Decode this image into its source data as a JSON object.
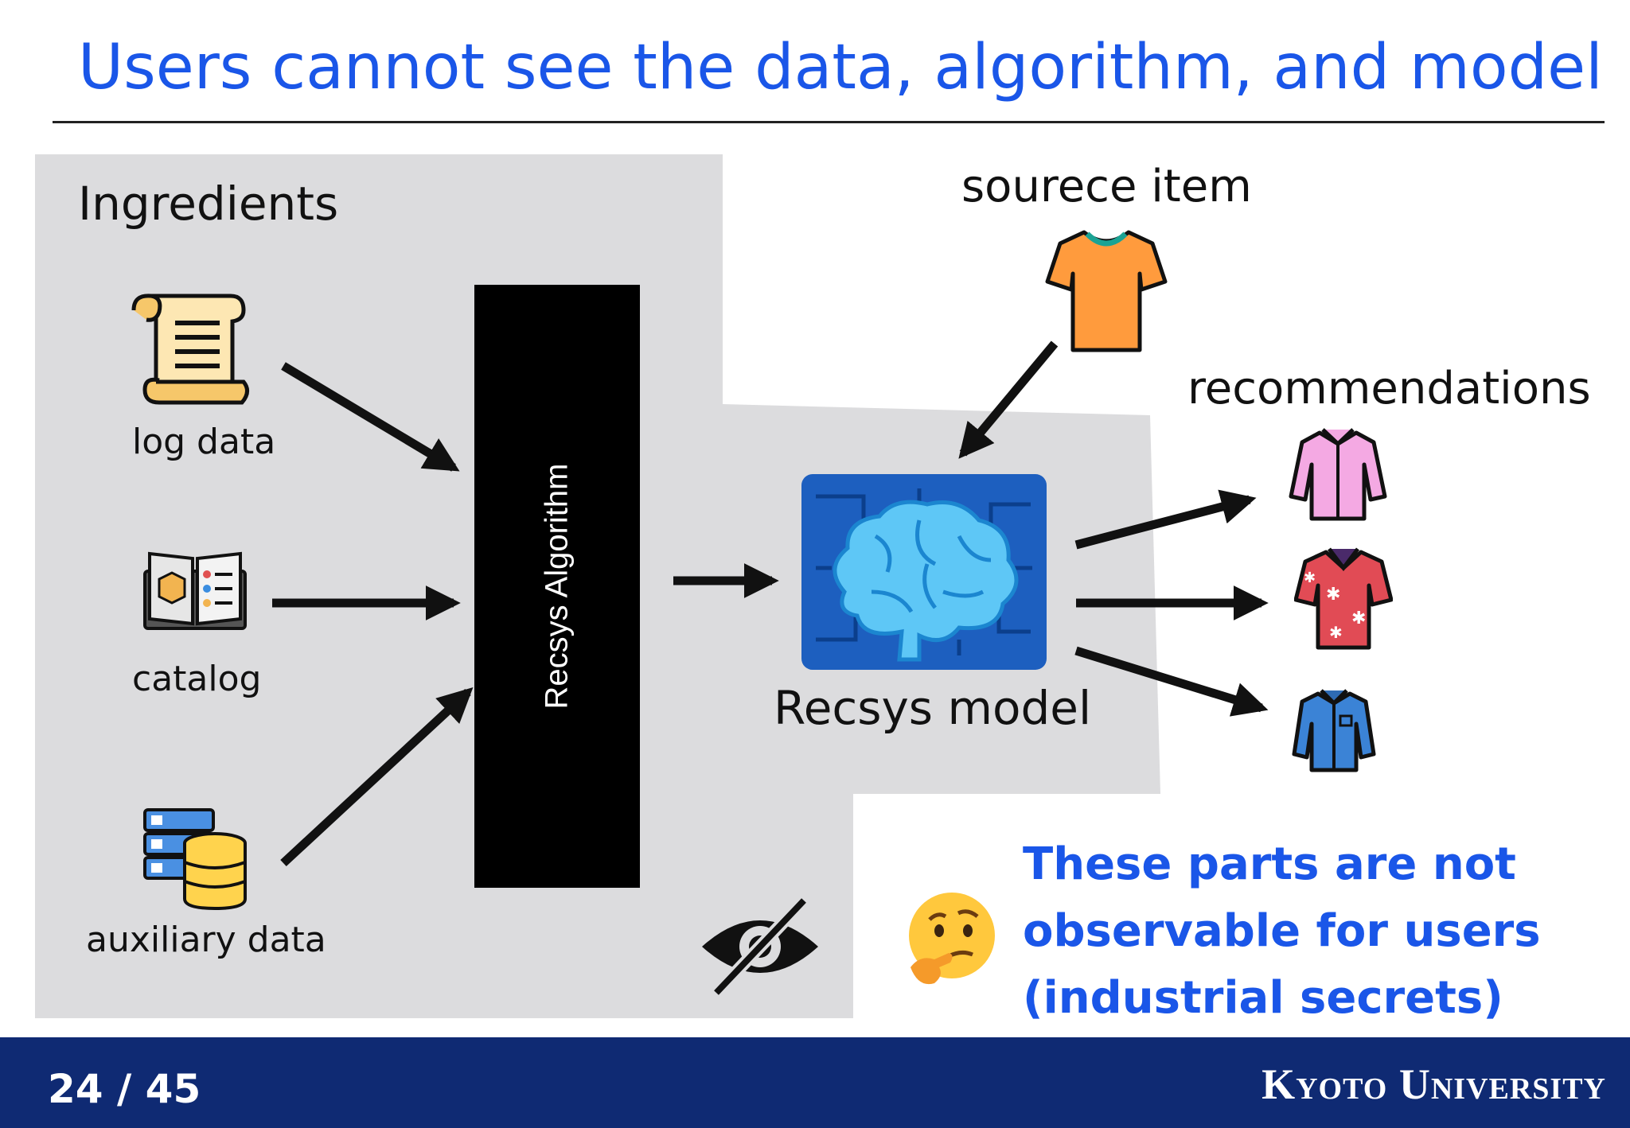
{
  "title": "Users cannot see the data, algorithm, and model",
  "ingredients": {
    "heading": "Ingredients",
    "items": [
      {
        "label": "log data",
        "icon": "scroll-icon"
      },
      {
        "label": "catalog",
        "icon": "catalog-book-icon"
      },
      {
        "label": "auxiliary data",
        "icon": "database-icon"
      }
    ]
  },
  "algorithm": {
    "label": "Recsys Algorithm"
  },
  "model": {
    "label": "Recsys model",
    "icon": "brain-circuit-icon"
  },
  "source_item": {
    "label": "sourece item",
    "icon": "orange-tshirt-icon"
  },
  "recommendations": {
    "label": "recommendations",
    "items": [
      {
        "icon": "pink-shirt-icon"
      },
      {
        "icon": "red-hawaiian-shirt-icon"
      },
      {
        "icon": "blue-denim-shirt-icon"
      }
    ]
  },
  "note": {
    "lines": [
      "These parts are not",
      "observable for users",
      "(industrial secrets)"
    ],
    "icon": "thinking-face-icon",
    "hidden_icon": "eye-slash-icon"
  },
  "footer": {
    "page": "24 / 45",
    "institution": "Kyoto University"
  },
  "colors": {
    "title_blue": "#1a56e8",
    "footer_navy": "#0f2a73",
    "hidden_region_gray": "#dcdcde"
  }
}
